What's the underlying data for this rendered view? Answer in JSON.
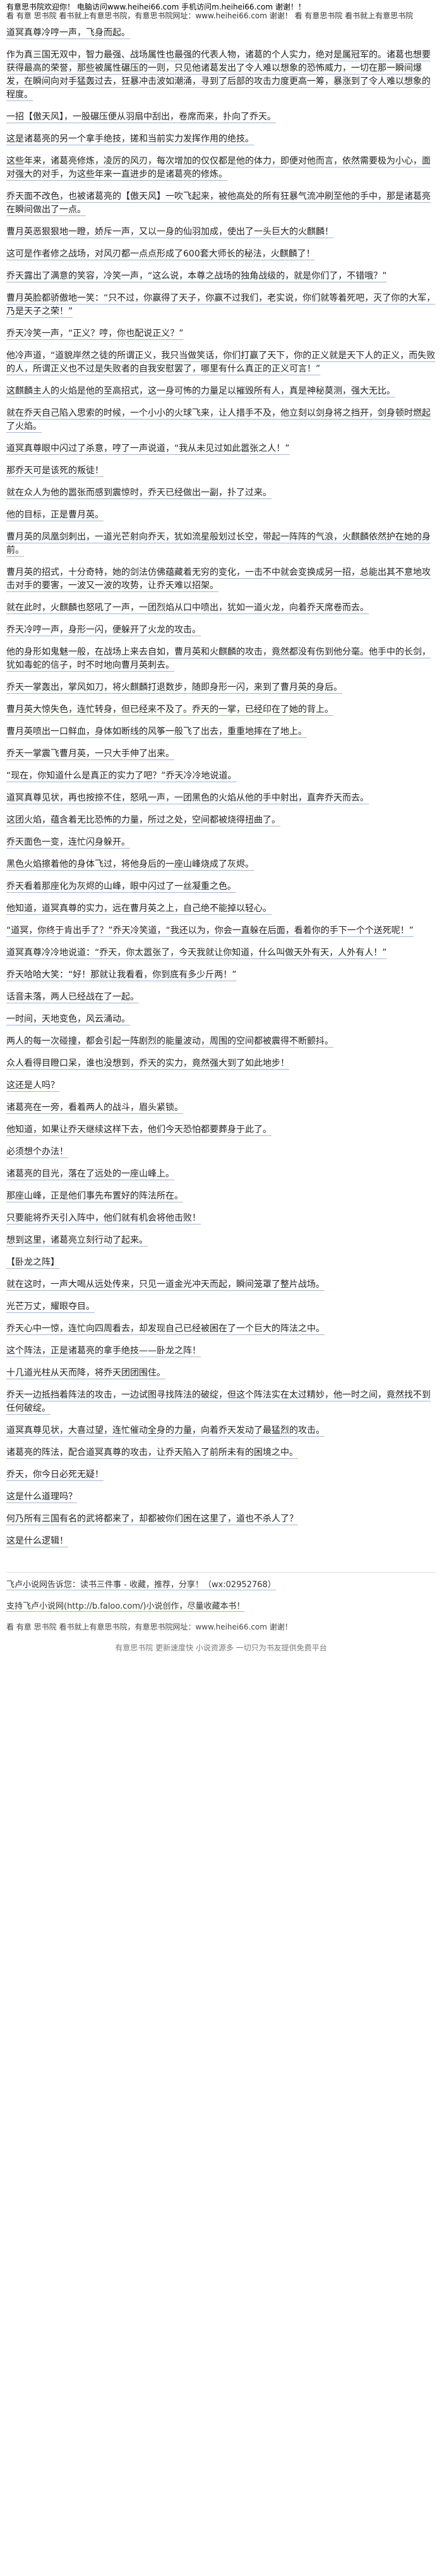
{
  "header": {
    "line1": "有意思书院欢迎你！ 电脑访问www.heihei66.com 手机访问m.heihei66.com 谢谢！！",
    "line2": "看 有意 思书院 看书就上有意思书院，有意思书院网址：www.heihei66.com 谢谢！ 看 有意思书院 看书就上有意思书院"
  },
  "paragraphs": [
    "道冥真尊冷哼一声，飞身而起。",
    "作为真三国无双中，智力最强、战场属性也最强的代表人物，诸葛的个人实力，绝对是属冠军的。诸葛也想要获得最高的荣誉，那些被属性碾压的一则，只见他诸葛发出了令人难以想象的恐怖威力，一切在那一瞬间爆发，在瞬间向对手猛轰过去，狂暴冲击波如潮涌，寻到了后部的攻击力度更高一筹，暴涨到了令人难以想象的程度。",
    "一招【傲天风】，一股碾压便从羽扇中刮出，卷席而来，扑向了乔天。",
    "这是诸葛亮的另一个拿手绝技，搓和当前实力发挥作用的绝技。",
    "这些年来，诸葛亮修炼，凌厉的风刃，每次增加的仅仅都是他的体力，即便对他而言，依然需要极为小心，面对强大的对手，为这些年来一直进步的是诸葛亮的修炼。",
    "乔天面不改色，也被诸葛亮的【傲天风】一吹飞起来，被他高处的所有狂暴气流冲刷至他的手中，那是诸葛亮在瞬间做出了一点。",
    "曹月英恶狠狠地一瞪，娇斥一声，又以一身的仙羽加成，使出了一头巨大的火麒麟！",
    "这可是作者修之战场，对风刃都一点点形成了600套大师长的秘法，火麒麟了！",
    "乔天露出了满意的笑容，冷笑一声，“这么说，本尊之战场的独角战级的，就是你们了，不错哦？”",
    "曹月英脸都骄傲地一笑：“只不过，你赢得了天子，你赢不过我们，老实说，你们就等着死吧，灭了你的大军，乃是天子之荣！”",
    "乔天冷笑一声，“正义？哼，你也配说正义？”",
    "他冷声道，“道貌岸然之徒的所谓正义，我只当做笑话，你们打赢了天下，你的正义就是天下人的正义，而失败的人，所谓正义也不过是失败者的自我安慰罢了，哪里有什么真正的正义可言！”",
    "这麒麟主人的火焰是他的至高招式，这一身可怖的力量足以摧毁所有人，真是神秘莫测，强大无比。",
    "就在乔天自己陷入思索的时候，一个小小的火球飞来，让人措手不及，他立刻以剑身将之挡开，剑身顿时燃起了火焰。",
    "道冥真尊眼中闪过了杀意，哼了一声说道，“我从未见过如此嚣张之人！”",
    "那乔天可是该死的叛徒！",
    "就在众人为他的嚣张而感到震惊时，乔天已经做出一副，扑了过来。",
    "他的目标，正是曹月英。",
    "曹月英的凤凰剑刺出，一道光芒射向乔天，犹如流星般划过长空，带起一阵阵的气浪，火麒麟依然护在她的身前。",
    "曹月英的招式，十分奇特，她的剑法仿佛蕴藏着无穷的变化，一击不中就会变换成另一招，总能出其不意地攻击对手的要害，一波又一波的攻势，让乔天难以招架。",
    "就在此时，火麒麟也怒吼了一声，一团烈焰从口中喷出，犹如一道火龙，向着乔天席卷而去。",
    "乔天冷哼一声，身形一闪，便躲开了火龙的攻击。",
    "他的身形如鬼魅一般，在战场上来去自如，曹月英和火麒麟的攻击，竟然都没有伤到他分毫。他手中的长剑，犹如毒蛇的信子，时不时地向曹月英刺去。",
    "乔天一掌轰出，掌风如刀，将火麒麟打退数步，随即身形一闪，来到了曹月英的身后。",
    "曹月英大惊失色，连忙转身，但已经来不及了。乔天的一掌，已经印在了她的背上。",
    "曹月英喷出一口鲜血，身体如断线的风筝一般飞了出去，重重地摔在了地上。",
    "乔天一掌震飞曹月英，一只大手伸了出来。",
    "“现在，你知道什么是真正的实力了吧？”乔天冷冷地说道。",
    "道冥真尊见状，再也按捺不住，怒吼一声，一团黑色的火焰从他的手中射出，直奔乔天而去。",
    "这团火焰，蕴含着无比恐怖的力量，所过之处，空间都被烧得扭曲了。",
    "乔天面色一变，连忙闪身躲开。",
    "黑色火焰擦着他的身体飞过，将他身后的一座山峰烧成了灰烬。",
    "乔天看着那座化为灰烬的山峰，眼中闪过了一丝凝重之色。",
    "他知道，道冥真尊的实力，远在曹月英之上，自己绝不能掉以轻心。",
    "“道冥，你终于肯出手了？”乔天冷笑道，“我还以为，你会一直躲在后面，看着你的手下一个个送死呢！”",
    "道冥真尊冷冷地说道：“乔天，你太嚣张了，今天我就让你知道，什么叫做天外有天，人外有人！”",
    "乔天哈哈大笑：“好！那就让我看看，你到底有多少斤两！”",
    "话音未落，两人已经战在了一起。",
    "一时间，天地变色，风云涌动。",
    "两人的每一次碰撞，都会引起一阵剧烈的能量波动，周围的空间都被震得不断颤抖。",
    "众人看得目瞪口呆，谁也没想到，乔天的实力，竟然强大到了如此地步！",
    "这还是人吗？",
    "诸葛亮在一旁，看着两人的战斗，眉头紧锁。",
    "他知道，如果让乔天继续这样下去，他们今天恐怕都要葬身于此了。",
    "必须想个办法！",
    "诸葛亮的目光，落在了远处的一座山峰上。",
    "那座山峰，正是他们事先布置好的阵法所在。",
    "只要能将乔天引入阵中，他们就有机会将他击败！",
    "想到这里，诸葛亮立刻行动了起来。",
    "【卧龙之阵】",
    "就在这时，一声大喝从远处传来，只见一道金光冲天而起，瞬间笼罩了整片战场。",
    "光芒万丈，耀眼夺目。",
    "乔天心中一惊，连忙向四周看去，却发现自己已经被困在了一个巨大的阵法之中。",
    "这个阵法，正是诸葛亮的拿手绝技——卧龙之阵！",
    "十几道光柱从天而降，将乔天团团围住。",
    "乔天一边抵挡着阵法的攻击，一边试图寻找阵法的破绽，但这个阵法实在太过精妙，他一时之间，竟然找不到任何破绽。",
    "道冥真尊见状，大喜过望，连忙催动全身的力量，向着乔天发动了最猛烈的攻击。",
    "诸葛亮的阵法，配合道冥真尊的攻击，让乔天陷入了前所未有的困境之中。",
    "乔天，你今日必死无疑！",
    "这是什么道理吗？",
    "何乃所有三国有名的武将都来了，却都被你们困在这里了，道也不杀人了？",
    "这是什么逻辑！"
  ],
  "footer": {
    "line1": "飞卢小说网告诉您：读书三件事 - 收藏，推荐，分享！（wx:02952768）",
    "line2": "支持飞卢小说网(http://b.faloo.com/)小说创作，尽量收藏本书！",
    "line3": "看 有意 思书院 看书就上有意思书院，有意思书院网址：www.heihei66.com 谢谢！",
    "line4": "有意思书院 更新速度快 小说资源多 一切只为书友提供免费平台"
  }
}
